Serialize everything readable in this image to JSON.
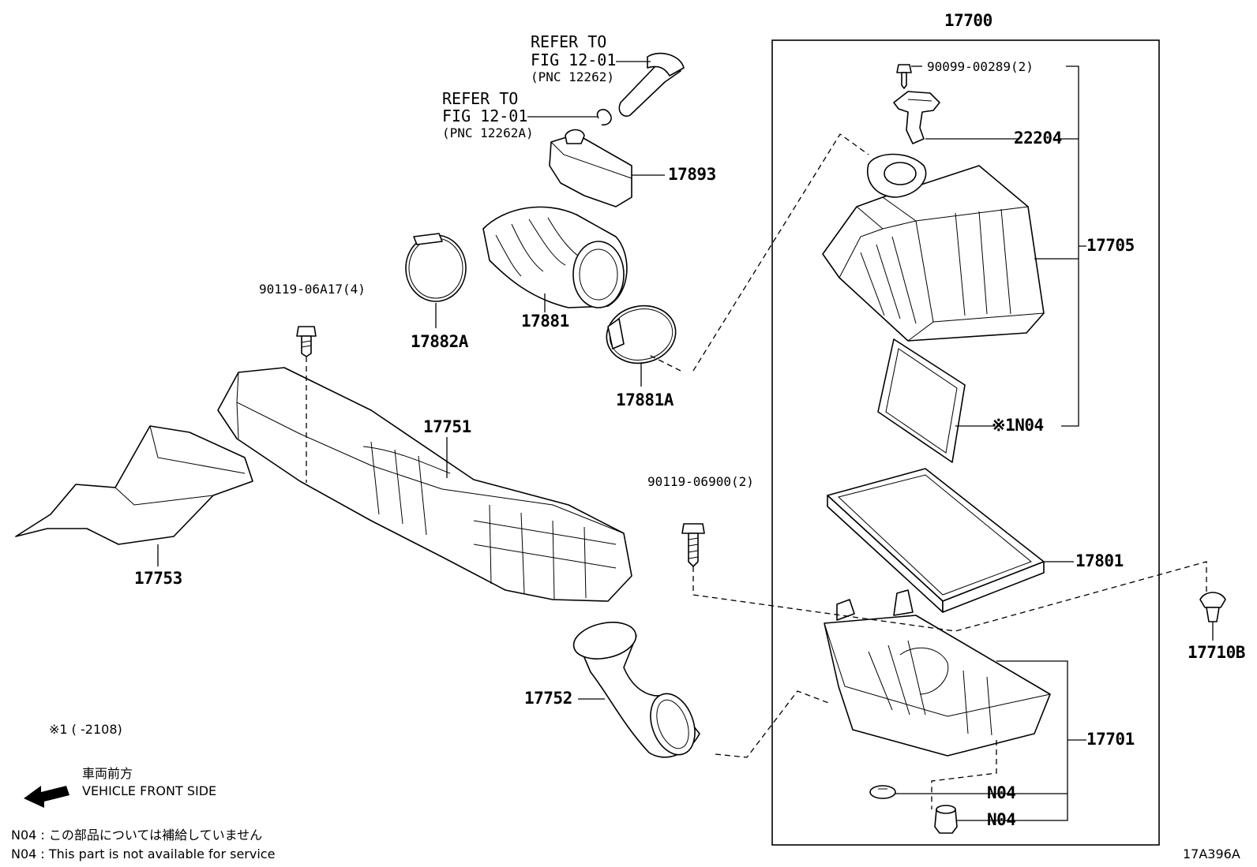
{
  "diagram": {
    "assembly_number": "17700",
    "labels": {
      "refer_top_line1": "REFER TO",
      "refer_top_line2": "FIG 12-01",
      "refer_top_line3": "(PNC 12262)",
      "refer_mid_line1": "REFER TO",
      "refer_mid_line2": "FIG 12-01",
      "refer_mid_line3": "(PNC 12262A)",
      "p17893": "17893",
      "p17882A": "17882A",
      "p17881": "17881",
      "p17881A": "17881A",
      "p90119_06A17": "90119-06A17(4)",
      "p17751": "17751",
      "p17753": "17753",
      "p17752": "17752",
      "p90119_06900": "90119-06900(2)",
      "p90099_00289": "90099-00289(2)",
      "p22204": "22204",
      "p17705": "17705",
      "pN04_filter": "※1N04",
      "p17801": "17801",
      "p17710B": "17710B",
      "p17701": "17701",
      "pN04_a": "N04",
      "pN04_b": "N04"
    },
    "notes": {
      "footnote1": "※1 (      -2108)",
      "direction_jp": "車両前方",
      "direction_en": "VEHICLE FRONT SIDE",
      "n04_jp": "N04 : この部品については補給していません",
      "n04_en": "N04 : This part is not available for service"
    },
    "figure_code": "17A396A"
  }
}
